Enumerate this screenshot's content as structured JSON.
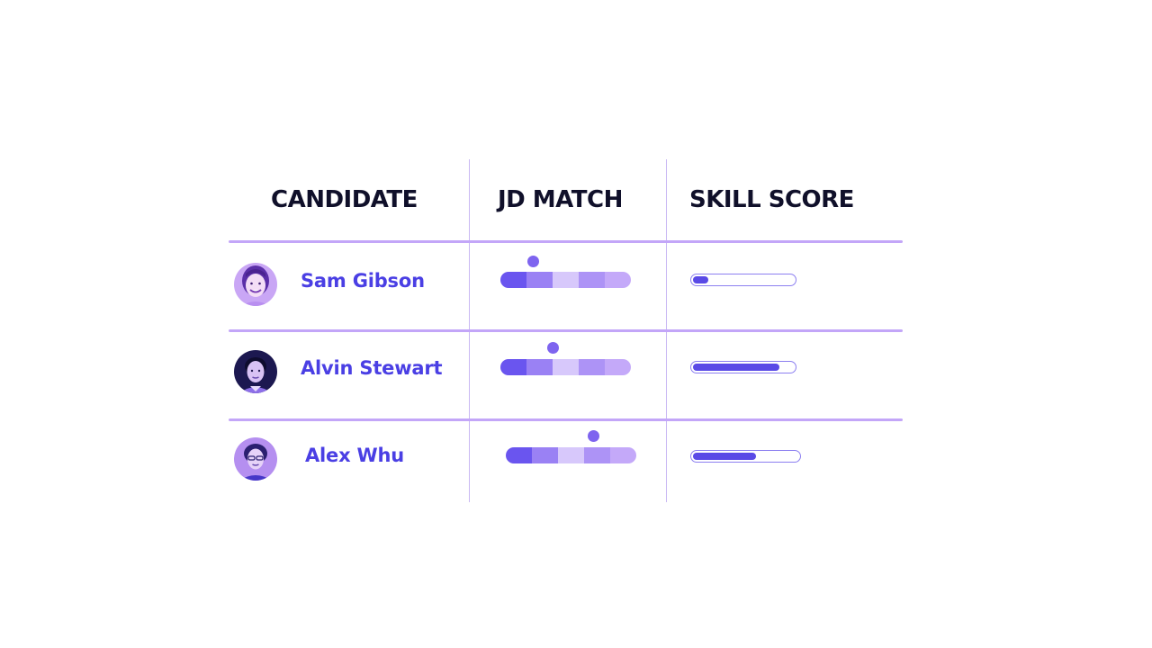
{
  "table": {
    "headers": {
      "candidate": "CANDIDATE",
      "jd_match": "JD MATCH",
      "skill_score": "SKILL SCORE"
    },
    "rows": [
      {
        "name": "Sam Gibson",
        "jd_match_marker": 0.25,
        "skill_score": 0.15
      },
      {
        "name": "Alvin Stewart",
        "jd_match_marker": 0.4,
        "skill_score": 0.86
      },
      {
        "name": "Alex Whu",
        "jd_match_marker": 0.67,
        "skill_score": 0.6
      }
    ]
  },
  "colors": {
    "header_text": "#10102a",
    "name_text": "#4a3fe4",
    "divider": "#c3a6f8",
    "skill_fill": "#5a4ae6",
    "jd_marker": "#7e64ef"
  },
  "icons": {
    "avatars": [
      "avatar-sam-gibson",
      "avatar-alvin-stewart",
      "avatar-alex-whu"
    ]
  }
}
